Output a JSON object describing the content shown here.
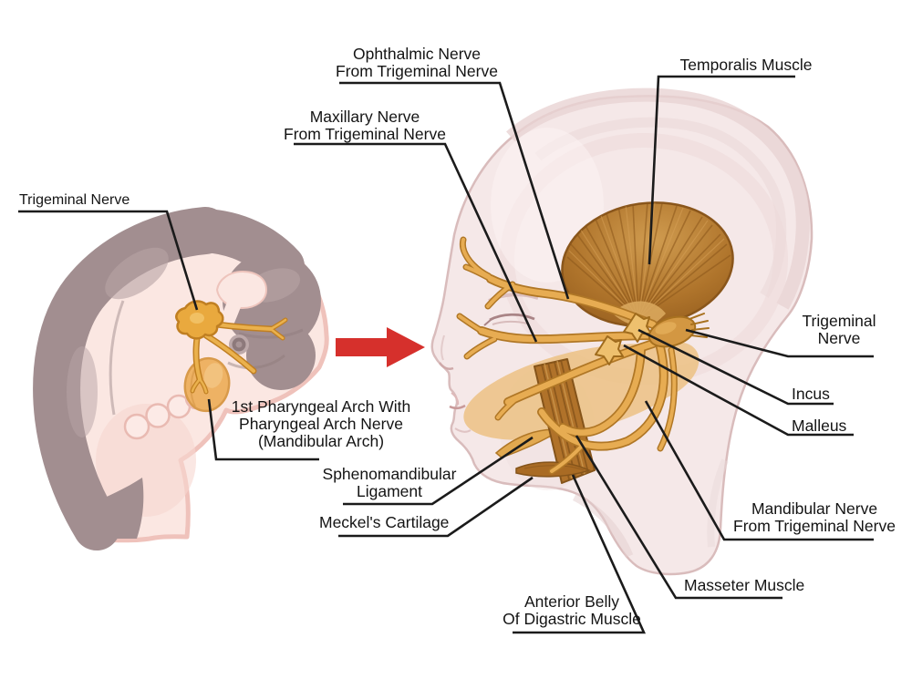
{
  "diagram_title": "Trigeminal nerve and first pharyngeal arch development diagram",
  "labels": {
    "trigeminal_embryo": {
      "text": "Trigeminal Nerve"
    },
    "pharyngeal_arch": {
      "text": "1st Pharyngeal Arch With\nPharyngeal Arch Nerve\n(Mandibular Arch)"
    },
    "ophthalmic": {
      "text": "Ophthalmic Nerve\nFrom Trigeminal Nerve"
    },
    "maxillary": {
      "text": "Maxillary Nerve\nFrom Trigeminal Nerve"
    },
    "temporalis": {
      "text": "Temporalis Muscle"
    },
    "trigeminal_head": {
      "text": "Trigeminal\nNerve"
    },
    "incus": {
      "text": "Incus"
    },
    "malleus": {
      "text": "Malleus"
    },
    "mandibular": {
      "text": "Mandibular Nerve\nFrom Trigeminal Nerve"
    },
    "masseter": {
      "text": "Masseter Muscle"
    },
    "anterior_digastric": {
      "text": "Anterior Belly\nOf Digastric Muscle"
    },
    "sphenomandibular": {
      "text": "Sphenomandibular\nLigament"
    },
    "meckels": {
      "text": "Meckel's Cartilage"
    }
  },
  "colors": {
    "background": "#ffffff",
    "label_text": "#141414",
    "leader_line": "#1b1b1b",
    "arrow_red": "#d6302c",
    "skin_light": "#f5e8e8",
    "skin_outline": "#d9bcbc",
    "embryo_pink_rim": "#efc2bb",
    "embryo_pink_fill": "#fbe7e2",
    "embryo_mauve": "#a28e90",
    "nerve_orange": "#e7ac52",
    "nerve_outline": "#b07726",
    "muscle_brown": "#b0722a",
    "muscle_dark": "#85541a",
    "mandible_light_orange": "#edc07e",
    "arch_blob_orange": "#eeb264"
  }
}
